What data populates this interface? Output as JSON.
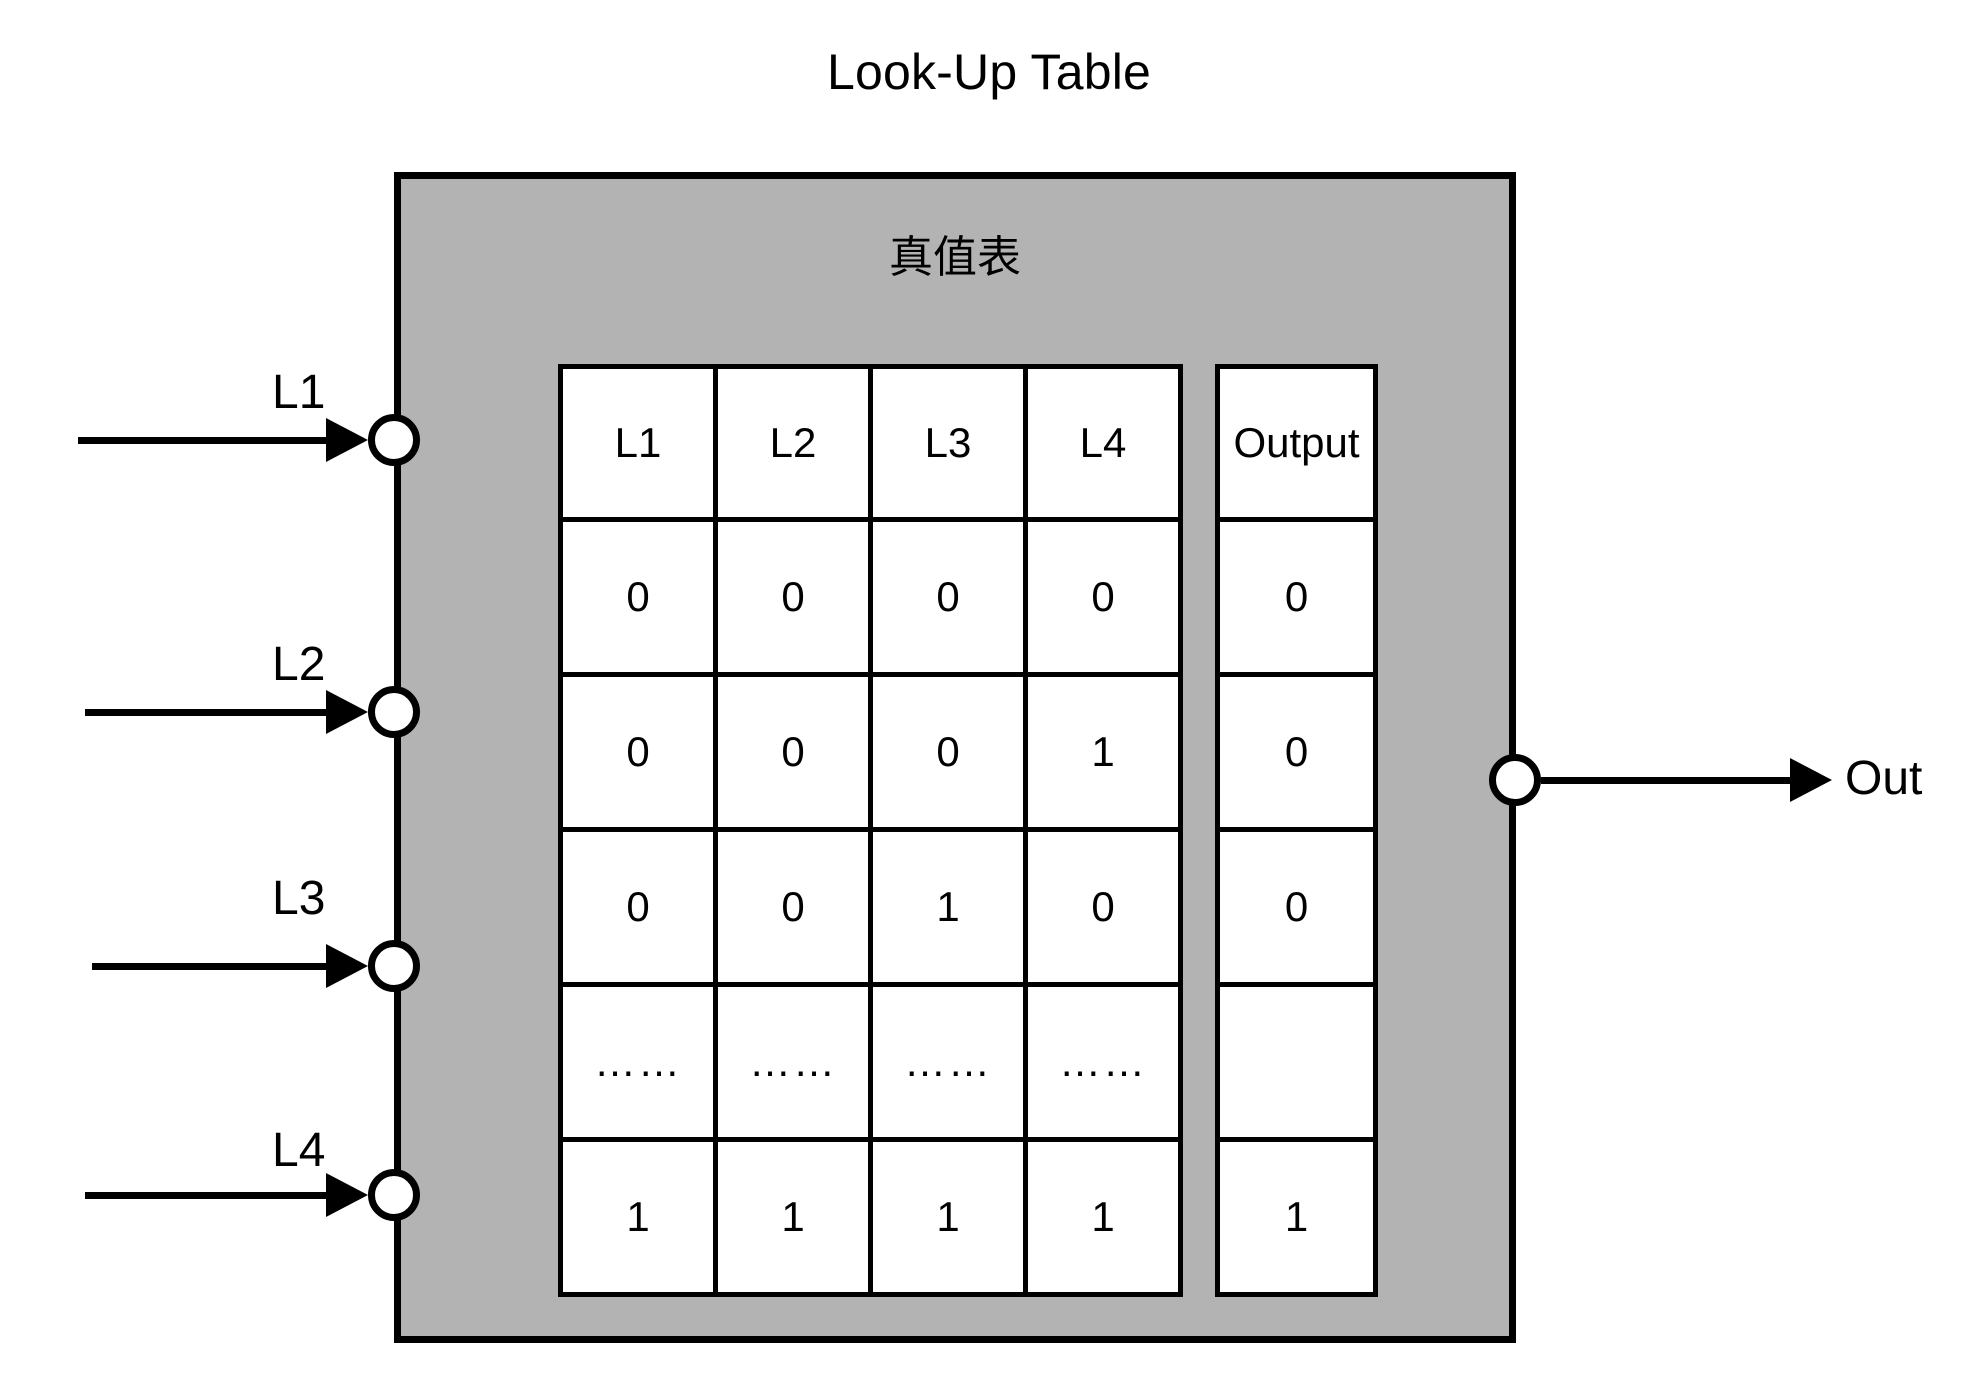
{
  "diagram": {
    "title": "Look-Up Table",
    "block_subtitle": "真值表",
    "block_fill_color": "#b3b3b3",
    "stroke_color": "#000000",
    "background_color": "#ffffff"
  },
  "inputs": [
    {
      "label": "L1"
    },
    {
      "label": "L2"
    },
    {
      "label": "L3"
    },
    {
      "label": "L4"
    }
  ],
  "output": {
    "label": "Out"
  },
  "chart_data": {
    "type": "table",
    "title": "真值表",
    "input_headers": [
      "L1",
      "L2",
      "L3",
      "L4"
    ],
    "output_header": "Output",
    "rows": [
      {
        "inputs": [
          "0",
          "0",
          "0",
          "0"
        ],
        "output": "0"
      },
      {
        "inputs": [
          "0",
          "0",
          "0",
          "1"
        ],
        "output": "0"
      },
      {
        "inputs": [
          "0",
          "0",
          "1",
          "0"
        ],
        "output": "0"
      },
      {
        "inputs": [
          "……",
          "……",
          "……",
          "……"
        ],
        "output": ""
      },
      {
        "inputs": [
          "1",
          "1",
          "1",
          "1"
        ],
        "output": "1"
      }
    ]
  }
}
